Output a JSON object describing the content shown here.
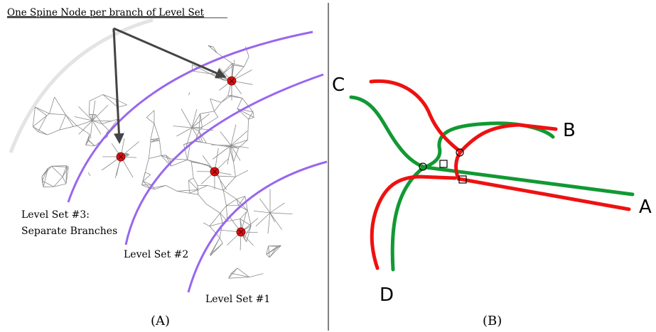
{
  "panel_a": {
    "header": "One Spine Node per branch of Level Set",
    "level_set_3_line1": "Level Set #3:",
    "level_set_3_line2": "Separate Branches",
    "level_set_2": "Level Set #2",
    "level_set_1": "Level Set #1",
    "caption": "(A)",
    "colors": {
      "mesh": "#7a7a7a",
      "level_set": "#9966ee",
      "node": "#dd1111",
      "arrow": "#444444"
    }
  },
  "panel_b": {
    "label_c": "C",
    "label_b": "B",
    "label_a": "A",
    "label_d": "D",
    "caption": "(B)",
    "colors": {
      "red_curve": "#ee1111",
      "green_curve": "#119933"
    }
  }
}
